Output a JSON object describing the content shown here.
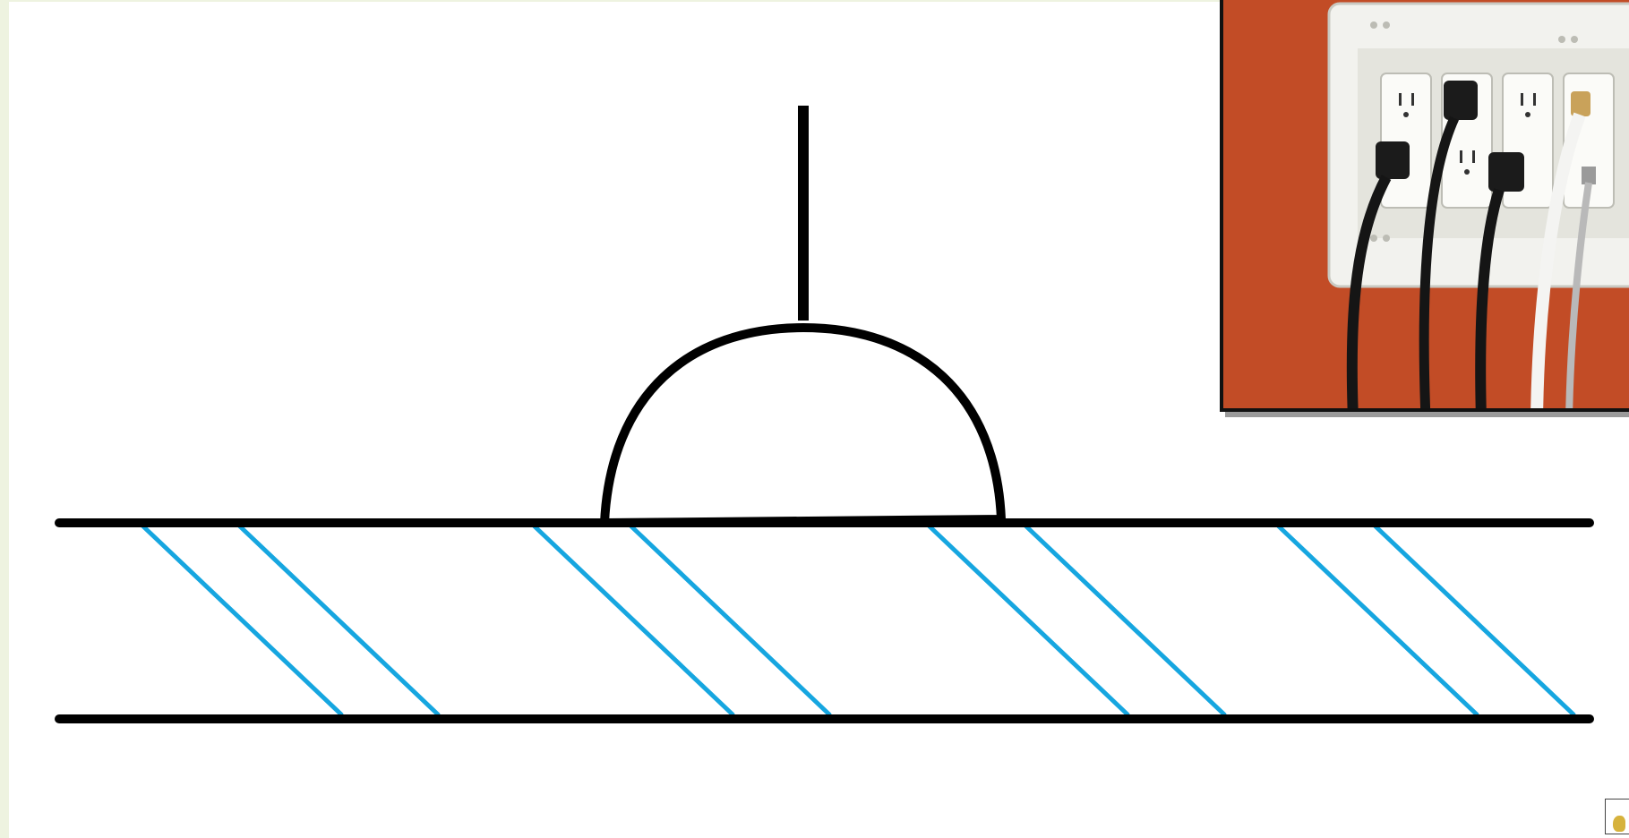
{
  "slide": {
    "background": "#ffffff",
    "accent_strip_color": "#eef3e0"
  },
  "diagram": {
    "subject": "pipe-with-dome-fitting",
    "line_color": "#000000",
    "hatch_color": "#16a6e0",
    "hatch_count": 8,
    "components": [
      "pipe-top-wall",
      "pipe-bottom-wall",
      "hatch-lines",
      "dome-cap",
      "stem-line"
    ]
  },
  "photo": {
    "subject": "recessed-wall-outlet-box",
    "wall_color": "#c8512a",
    "plate_color": "#f2f2ee",
    "frame_color": "#111111",
    "outlet_count": 4
  },
  "corner_icon": {
    "name": "document-thumbnail-icon"
  }
}
